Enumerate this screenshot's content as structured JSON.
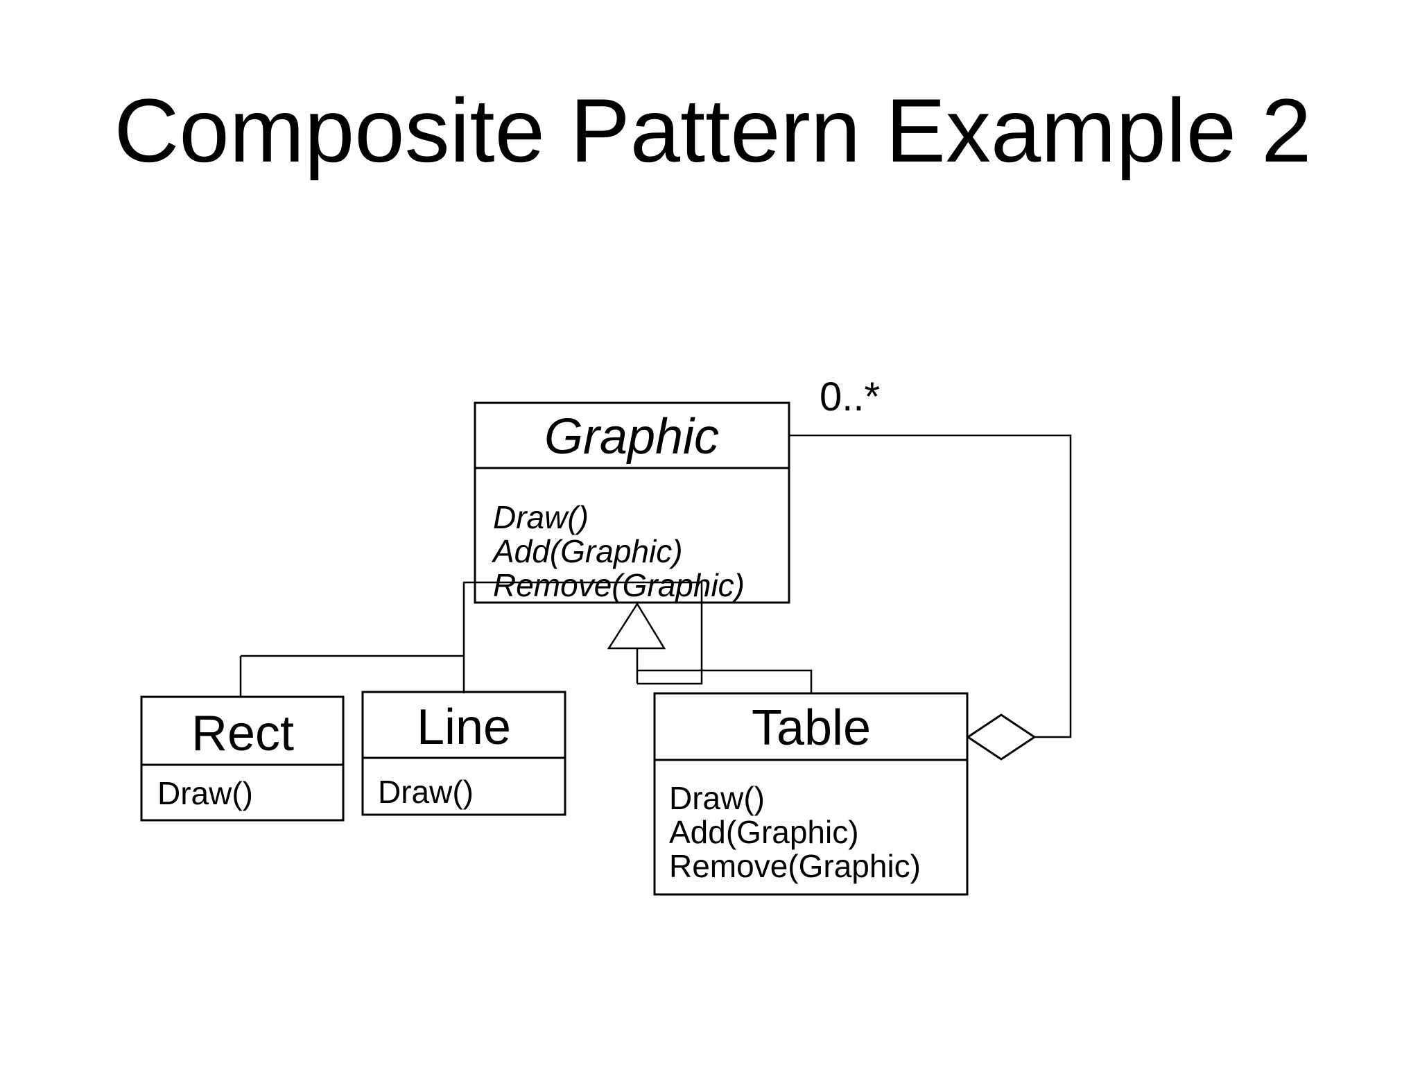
{
  "slide_title": "Composite Pattern Example 2",
  "association": {
    "multiplicity": "0..*"
  },
  "classes": {
    "graphic": {
      "name": "Graphic",
      "methods": [
        "Draw()",
        "Add(Graphic)",
        "Remove(Graphic)"
      ]
    },
    "rect": {
      "name": "Rect",
      "methods": [
        "Draw()"
      ]
    },
    "line": {
      "name": "Line",
      "methods": [
        "Draw()"
      ]
    },
    "table": {
      "name": "Table",
      "methods": [
        "Draw()",
        "Add(Graphic)",
        "Remove(Graphic)"
      ]
    }
  },
  "colors": {
    "background": "#ffffff",
    "stroke": "#000000",
    "text": "#000000"
  }
}
